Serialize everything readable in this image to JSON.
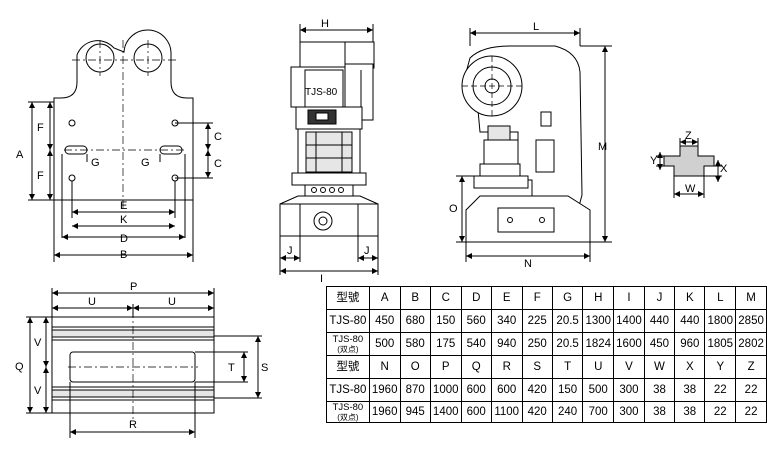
{
  "dimension_labels": {
    "plan_view": [
      "A",
      "F",
      "F",
      "C",
      "C",
      "G",
      "G",
      "E",
      "K",
      "D",
      "B"
    ],
    "front_view": [
      "H",
      "J",
      "J",
      "I"
    ],
    "machine_badge": "TJS-80",
    "side_view": [
      "L",
      "M",
      "O",
      "N"
    ],
    "slot_section": [
      "Z",
      "Y",
      "X",
      "W"
    ],
    "bolster_view": [
      "P",
      "U",
      "U",
      "Q",
      "V",
      "V",
      "T",
      "S",
      "R"
    ]
  },
  "table": {
    "header1": [
      "型號",
      "A",
      "B",
      "C",
      "D",
      "E",
      "F",
      "G",
      "H",
      "I",
      "J",
      "K",
      "L",
      "M"
    ],
    "row1": [
      "TJS-80",
      "450",
      "680",
      "150",
      "560",
      "340",
      "225",
      "20.5",
      "1300",
      "1400",
      "440",
      "440",
      "1800",
      "2850"
    ],
    "row2_main": "TJS-80",
    "row2_sub": "(双点)",
    "row2": [
      "500",
      "580",
      "175",
      "540",
      "940",
      "250",
      "20.5",
      "1824",
      "1600",
      "450",
      "960",
      "1805",
      "2802"
    ],
    "header2": [
      "型號",
      "N",
      "O",
      "P",
      "Q",
      "R",
      "S",
      "T",
      "U",
      "V",
      "W",
      "X",
      "Y",
      "Z"
    ],
    "row3": [
      "TJS-80",
      "1960",
      "870",
      "1000",
      "600",
      "600",
      "420",
      "150",
      "500",
      "300",
      "38",
      "38",
      "22",
      "22"
    ],
    "row4_main": "TJS-80",
    "row4_sub": "(双点)",
    "row4": [
      "1960",
      "945",
      "1400",
      "600",
      "1100",
      "420",
      "240",
      "700",
      "300",
      "38",
      "38",
      "22",
      "22"
    ]
  }
}
